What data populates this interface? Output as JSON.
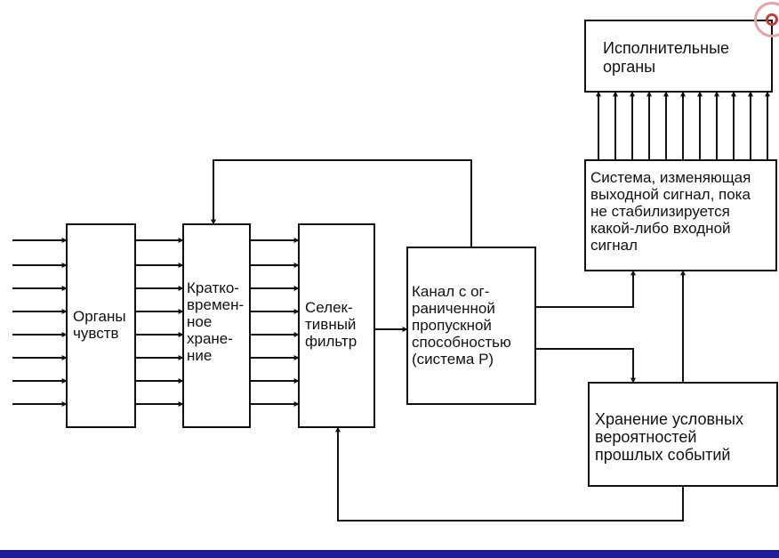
{
  "diagram": {
    "nodes": [
      {
        "id": "senses",
        "label": "Органы\nчувств"
      },
      {
        "id": "stm",
        "label": "Кратко-\nвремен-\nное\nхране-\nние"
      },
      {
        "id": "filter",
        "label": "Селек-\nтивный\nфильтр"
      },
      {
        "id": "channel",
        "label": "Канал с ог-\nраниченной\nпропускной\nспособностью\n(система P)"
      },
      {
        "id": "system",
        "label": "Система, изменяющая\nвыходной сигнал, пока\nне стабилизируется\nкакой-либо входной\nсигнал"
      },
      {
        "id": "effectors",
        "label": "Исполнительные\nорганы"
      },
      {
        "id": "memory",
        "label": "Хранение условных\nвероятностей\nпрошлых событий"
      }
    ],
    "edges": [
      {
        "from": "input",
        "to": "senses",
        "count": 8
      },
      {
        "from": "senses",
        "to": "stm",
        "count": 8
      },
      {
        "from": "stm",
        "to": "filter",
        "count": 8
      },
      {
        "from": "filter",
        "to": "channel",
        "count": 1
      },
      {
        "from": "channel",
        "to": "stm",
        "count": 1
      },
      {
        "from": "channel",
        "to": "system",
        "count": 1
      },
      {
        "from": "channel",
        "to": "memory",
        "count": 1
      },
      {
        "from": "memory",
        "to": "system",
        "count": 1
      },
      {
        "from": "memory",
        "to": "filter",
        "count": 1
      },
      {
        "from": "system",
        "to": "effectors",
        "count": 11
      }
    ]
  },
  "colors": {
    "line": "#111111",
    "background": "#ffffff",
    "bottom_bar": "#1c1c9a"
  }
}
